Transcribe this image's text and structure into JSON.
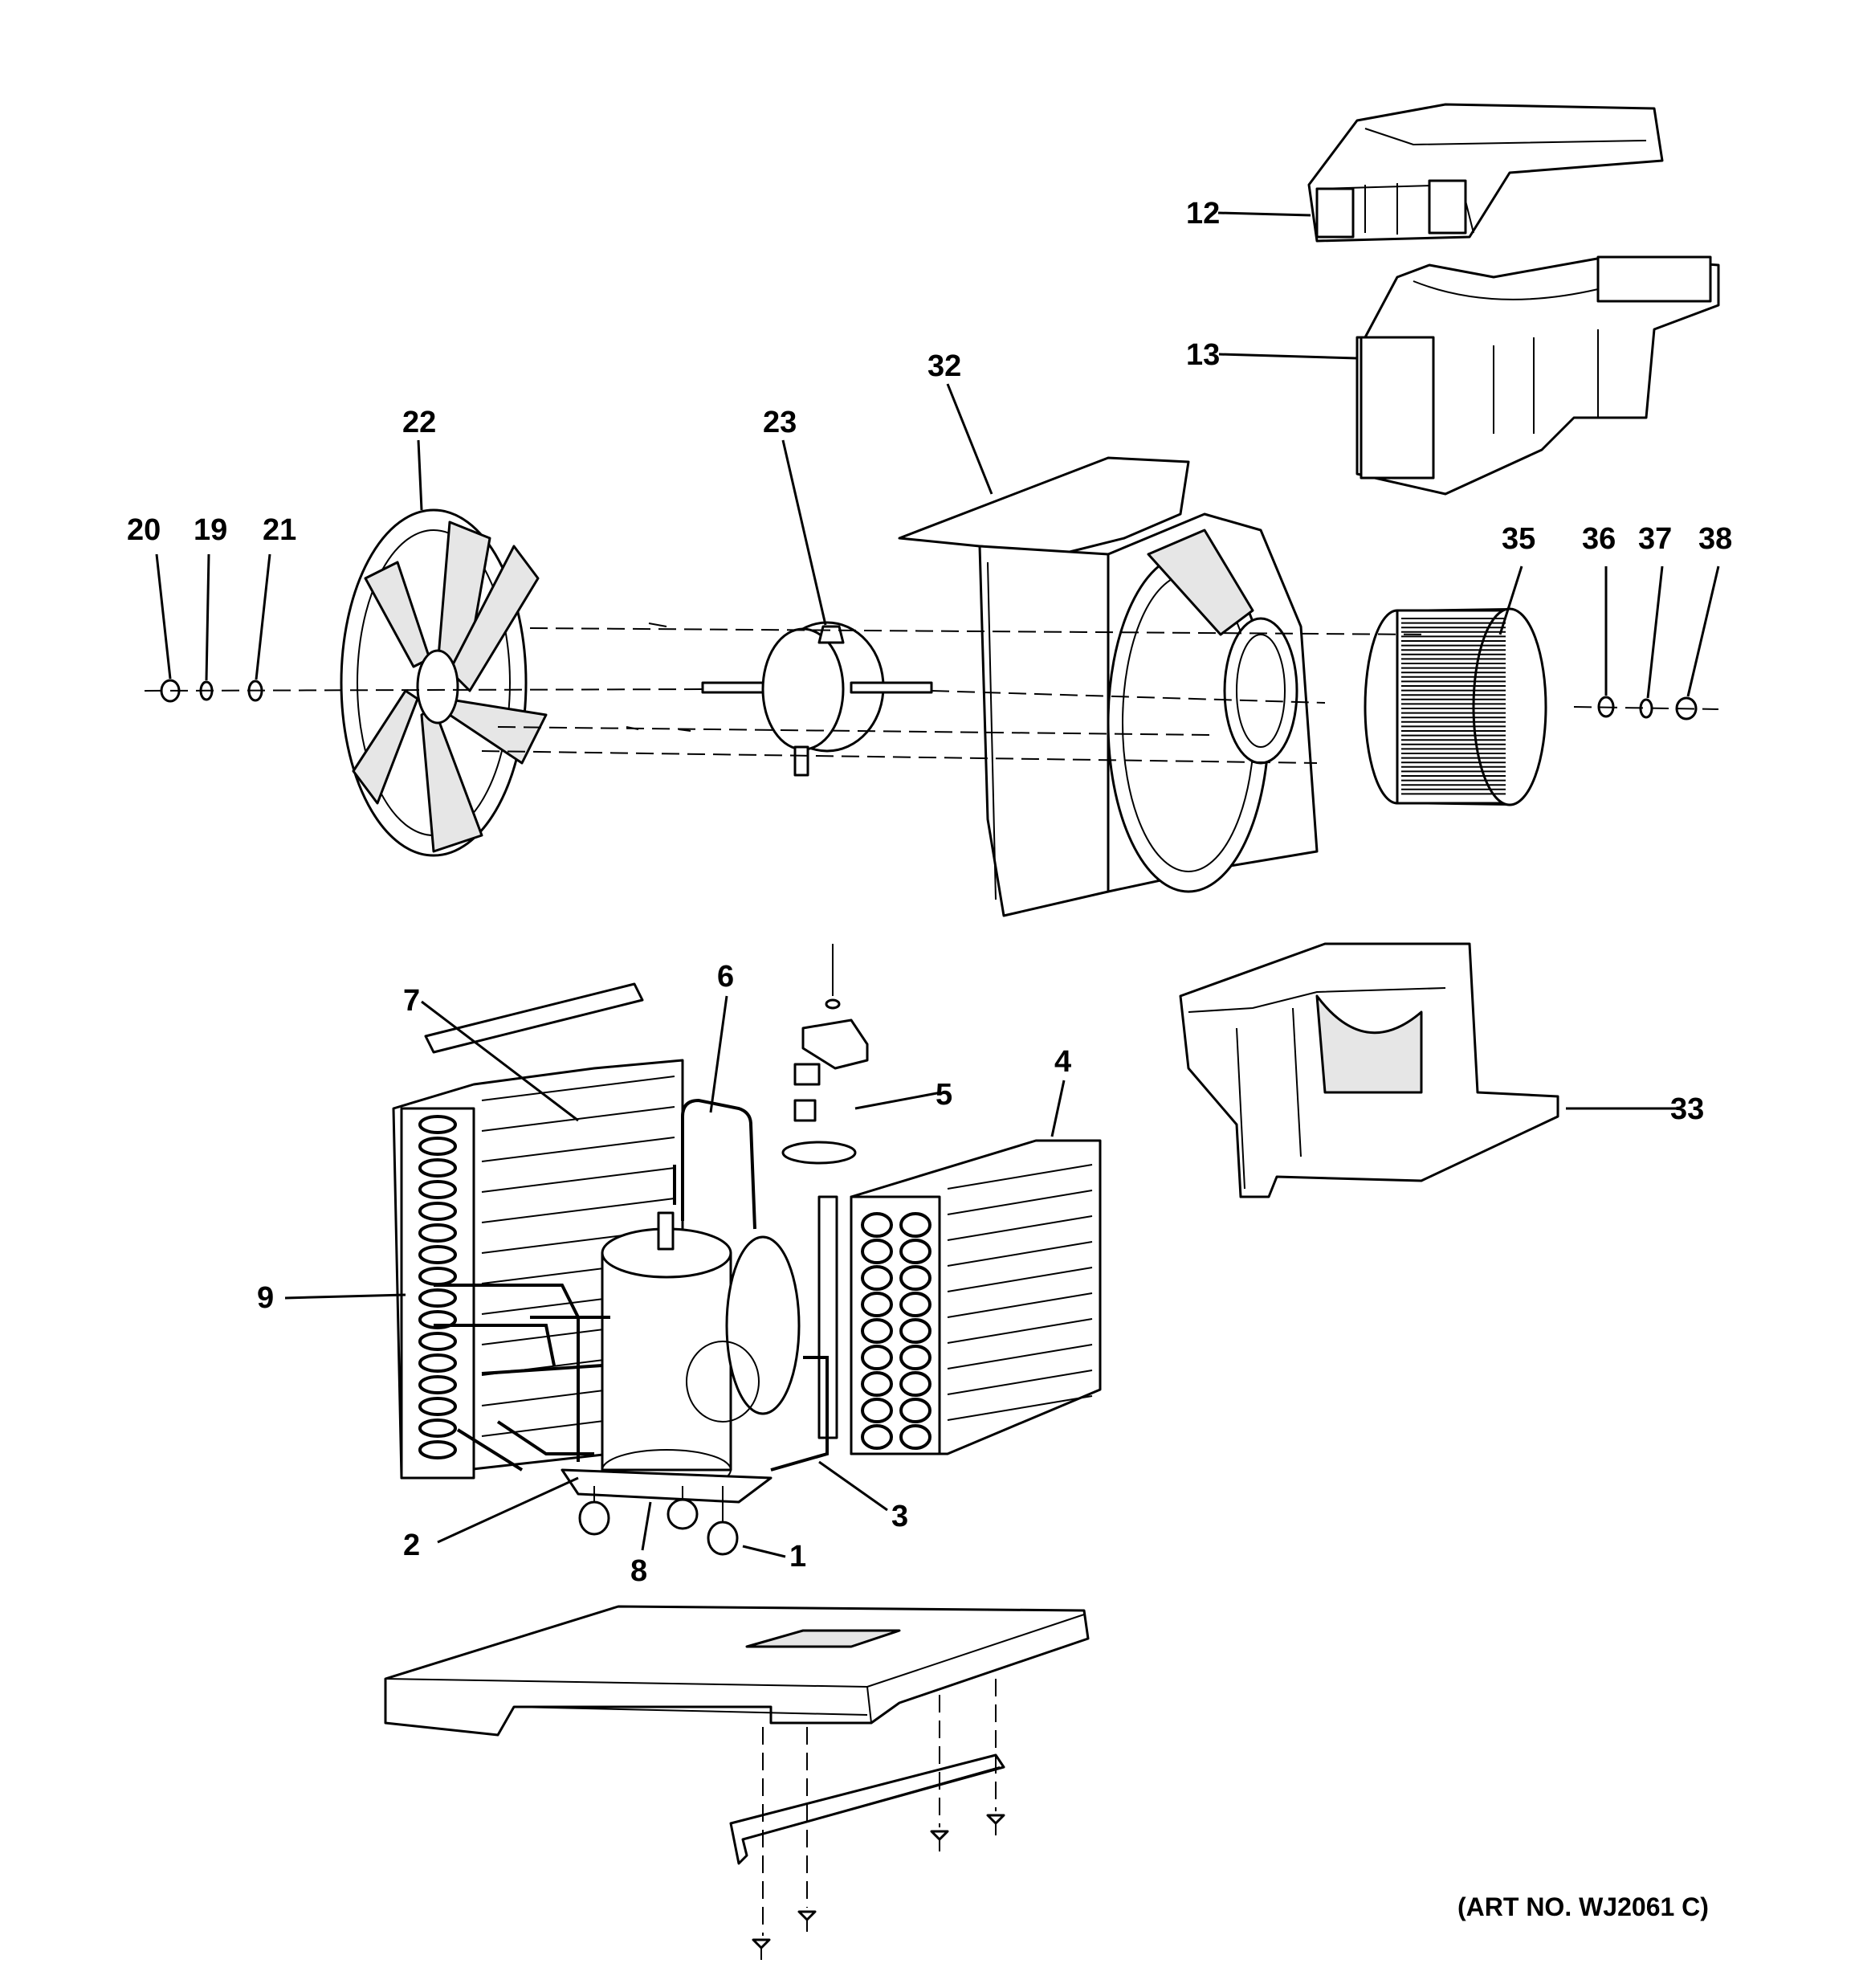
{
  "diagram": {
    "art_number": "(ART NO. WJ2061 C)",
    "colors": {
      "ink": "#000000",
      "paper": "#ffffff",
      "shade": "#e6e6e6"
    },
    "callouts": {
      "c1": "1",
      "c2": "2",
      "c3": "3",
      "c4": "4",
      "c5": "5",
      "c6": "6",
      "c7": "7",
      "c8": "8",
      "c9": "9",
      "c12": "12",
      "c13": "13",
      "c19": "19",
      "c20": "20",
      "c21": "21",
      "c22": "22",
      "c23": "23",
      "c32": "32",
      "c33": "33",
      "c35": "35",
      "c36": "36",
      "c37": "37",
      "c38": "38"
    }
  }
}
